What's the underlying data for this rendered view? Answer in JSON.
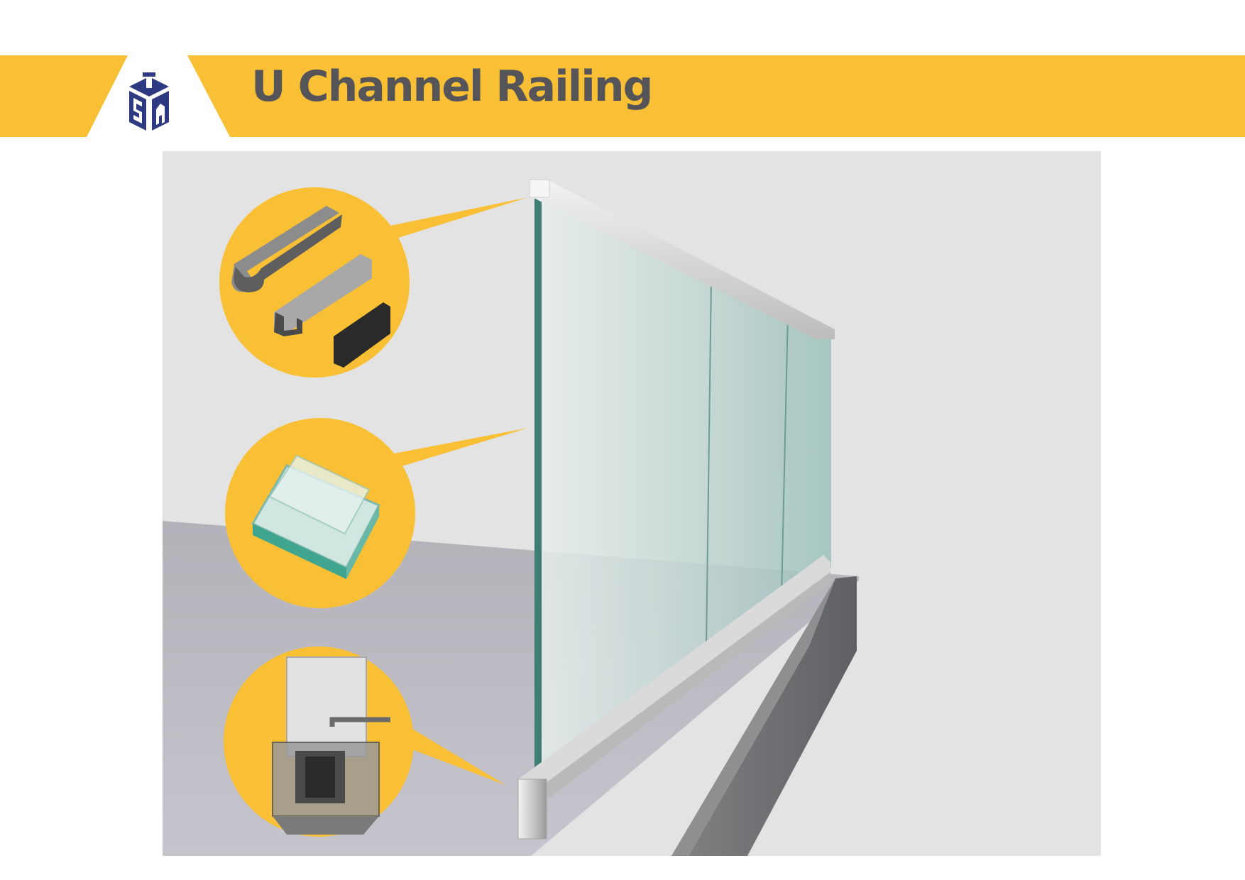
{
  "header": {
    "title": "U Channel Railing",
    "logo_text": "TSA",
    "bar_color": "#f9c035"
  },
  "callouts": [
    {
      "subject": "u-channel-profiles",
      "icon": "u-channel-profiles-icon"
    },
    {
      "subject": "laminated-glass-panels",
      "icon": "glass-panels-icon"
    },
    {
      "subject": "glass-clamp-in-channel",
      "icon": "channel-clamp-icon"
    }
  ],
  "colors": {
    "accent": "#f9c035",
    "logo": "#2d3a82",
    "title_text": "#555559"
  }
}
